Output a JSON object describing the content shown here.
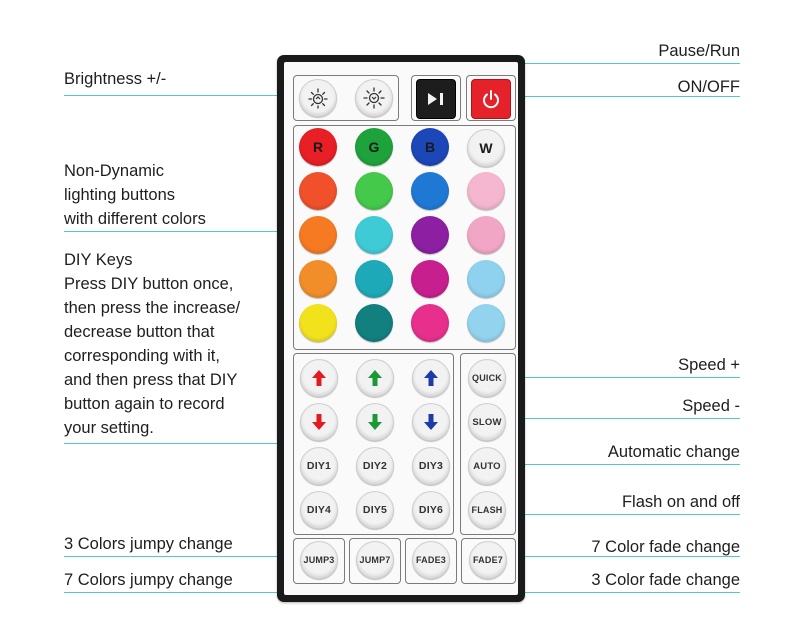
{
  "labels": {
    "brightness": "Brightness +/-",
    "pause_run": "Pause/Run",
    "on_off": "ON/OFF",
    "non_dynamic": "Non-Dynamic\nlighting buttons\nwith different colors",
    "diy_keys": "DIY Keys\nPress DIY button once,\nthen press the increase/\ndecrease button that\ncorresponding with it,\nand then press that DIY\nbutton again to record\nyour setting.",
    "speed_plus": "Speed +",
    "speed_minus": "Speed -",
    "automatic_change": "Automatic change",
    "flash": "Flash on and off",
    "color3_jumpy": "3 Colors jumpy change",
    "color7_fade": "7 Color fade change",
    "color7_jumpy": "7 Colors jumpy change",
    "color3_fade": "3 Color fade change"
  },
  "buttons": {
    "r": "R",
    "g": "G",
    "b": "B",
    "w": "W",
    "quick": "QUICK",
    "slow": "SLOW",
    "auto": "AUTO",
    "flash": "FLASH",
    "diy1": "DIY1",
    "diy2": "DIY2",
    "diy3": "DIY3",
    "diy4": "DIY4",
    "diy5": "DIY5",
    "diy6": "DIY6",
    "jump3": "JUMP3",
    "jump7": "JUMP7",
    "fade3": "FADE3",
    "fade7": "FADE7"
  },
  "colors": {
    "line": "#4fc6dc",
    "row1": [
      "#e81f24",
      "#1ea33c",
      "#1b47b8",
      "#f5f5f5"
    ],
    "row2": [
      "#f0502a",
      "#44c94a",
      "#1f79d4",
      "#f4b7cf"
    ],
    "row3": [
      "#f57a22",
      "#3fcbd6",
      "#8d1fa3",
      "#f2a6c6"
    ],
    "row4": [
      "#f28e2a",
      "#1ea9b9",
      "#c81f8e",
      "#8ed2ef"
    ],
    "row5": [
      "#f2e21c",
      "#12807e",
      "#e6308c",
      "#93d3ee"
    ],
    "arrow_red": "#e21b22",
    "arrow_green": "#1a9a35",
    "arrow_blue": "#1c3aa8",
    "power_red": "#e52129"
  },
  "icons": [
    "sun-up-icon",
    "sun-down-icon",
    "play-pause-icon",
    "power-icon"
  ]
}
